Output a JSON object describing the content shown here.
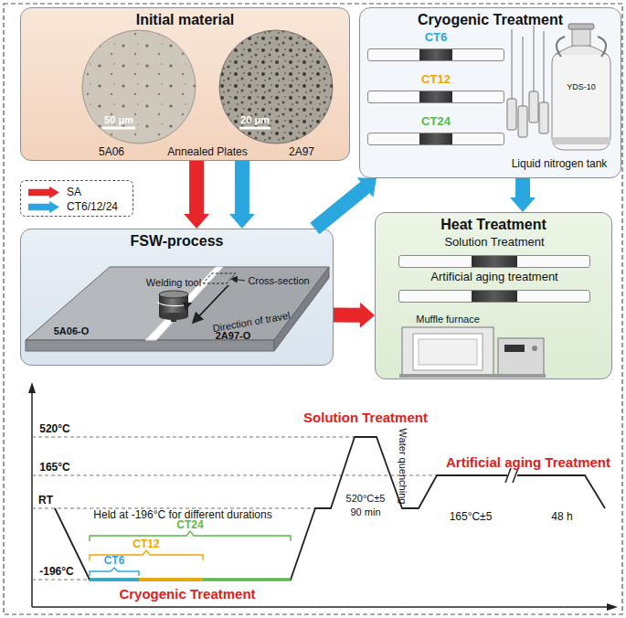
{
  "diagram": {
    "nodes": [
      {
        "text": [
          "Initial material"
        ]
      },
      {
        "text": [
          "Cryogenic Treatment"
        ]
      },
      {
        "text": [
          "CT6"
        ],
        "in": 1
      },
      {
        "text": [
          "CT12"
        ],
        "in": 1
      },
      {
        "text": [
          "CT24"
        ],
        "in": 1
      },
      {
        "text": [
          "FSW-process"
        ]
      },
      {
        "text": [
          "Heat Treatment"
        ]
      },
      {
        "text": [
          "Solution Treatment"
        ],
        "in": 6
      },
      {
        "text": [
          "Artificial aging treatment"
        ],
        "in": 6
      }
    ],
    "edges": [
      {
        "from": 0,
        "to": 5,
        "arrow": "to"
      },
      {
        "from": 0,
        "to": 5,
        "arrow": "to"
      },
      {
        "from": 5,
        "to": 1,
        "arrow": "to"
      },
      {
        "from": 1,
        "to": 6,
        "arrow": "to"
      },
      {
        "from": 5,
        "to": 6,
        "arrow": "to"
      }
    ],
    "labels": [
      "50 μm",
      "20 μm",
      "5A06",
      "Annealed Plates",
      "2A97",
      "YDS-10",
      "Liquid nitrogen tank",
      "Welding tool",
      "Cross-section",
      "Direction of travel",
      "5A06-O",
      "2A97-O",
      "Muffle furnace",
      "520°C",
      "165°C",
      "RT",
      "-196°C",
      "Held at -196°C for different durations",
      "Solution Treatment",
      "Water quenching",
      "520°C±5",
      "90 min",
      "Artificial aging Treatment",
      "165°C±5",
      "48 h",
      "CT6",
      "CT12",
      "CT24",
      "Cryogenic Treatment"
    ],
    "legend": [
      {
        "text": "SA",
        "color": "#e8262a"
      },
      {
        "text": "CT6/12/24",
        "color": "#2aa7df"
      }
    ]
  }
}
